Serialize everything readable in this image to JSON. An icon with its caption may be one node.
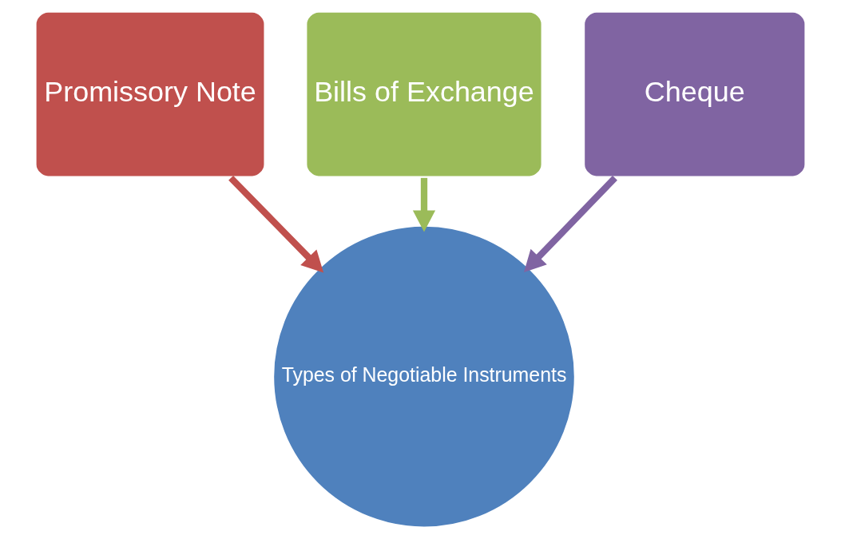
{
  "diagram": {
    "nodes": [
      {
        "text": [
          "Promissory Note"
        ]
      },
      {
        "text": [
          "Bills of Exchange"
        ]
      },
      {
        "text": [
          "Cheque"
        ]
      },
      {
        "text": [
          "Types of Negotiable Instruments"
        ]
      }
    ],
    "edges": [
      {
        "from": 0,
        "to": 3,
        "arrow": "to",
        "color": "#c0504d"
      },
      {
        "from": 1,
        "to": 3,
        "arrow": "to",
        "color": "#9bbb59"
      },
      {
        "from": 2,
        "to": 3,
        "arrow": "to",
        "color": "#8064a2"
      }
    ]
  }
}
